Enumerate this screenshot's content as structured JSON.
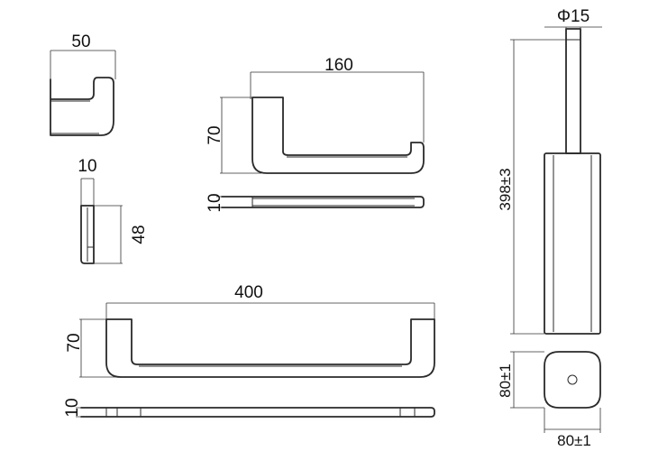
{
  "colors": {
    "line": "#2a2a2a",
    "background": "#ffffff",
    "text": "#111111"
  },
  "dimensions": {
    "hook_width": "50",
    "hook_depth": "10",
    "hook_height": "48",
    "paper_holder_width": "160",
    "paper_holder_height": "70",
    "paper_holder_depth": "10",
    "towel_bar_width": "400",
    "towel_bar_height": "70",
    "towel_bar_depth": "10",
    "brush_diameter": "Φ15",
    "brush_height": "398±3",
    "brush_base_depth": "80±1",
    "brush_base_width": "80±1"
  }
}
